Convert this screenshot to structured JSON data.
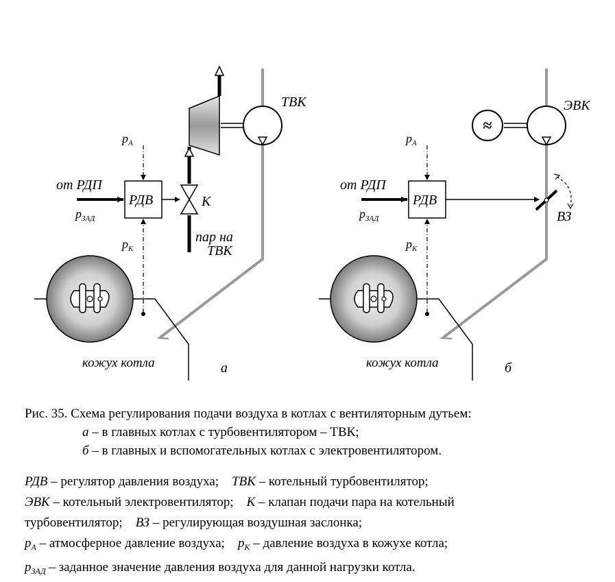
{
  "panel_a": {
    "label_tvk": "ТВК",
    "label_pa": "p",
    "label_pa_sub": "А",
    "label_from": "от  РДП",
    "label_pzad": "p",
    "label_pzad_sub": "ЗАД",
    "label_rdv": "РДВ",
    "label_k": "К",
    "label_steam1": "пар  на",
    "label_steam2": "ТВК",
    "label_pk": "p",
    "label_pk_sub": "К",
    "label_casing": "кожух  котла",
    "label_panel": "а"
  },
  "panel_b": {
    "label_evk": "ЭВК",
    "label_pa": "p",
    "label_pa_sub": "А",
    "label_from": "от  РДП",
    "label_pzad": "p",
    "label_pzad_sub": "ЗАД",
    "label_rdv": "РДВ",
    "label_vz": "ВЗ",
    "label_pk": "p",
    "label_pk_sub": "К",
    "label_casing": "кожух  котла",
    "label_panel": "б",
    "motor_symbol": "≈"
  },
  "caption": {
    "line1": "Рис. 35. Схема регулирования подачи воздуха в котлах с вентиляторным дутьем:",
    "line2_key": "а",
    "line2_text": " – в главных котлах с турбовентилятором – ТВК;",
    "line3_key": "б",
    "line3_text": " – в главных и вспомогательных котлах с электровентилятором."
  },
  "legend": {
    "rdv_key": "РДВ",
    "rdv_text": " – регулятор давления воздуха;",
    "tvk_key": "ТВК",
    "tvk_text": " – котельный турбовентилятор;",
    "evk_key": "ЭВК",
    "evk_text": " – котельный электровентилятор;",
    "k_key": "К",
    "k_text": " – клапан подачи пара на котельный",
    "k_text2": "турбовентилятор;",
    "vz_key": "ВЗ",
    "vz_text": " – регулирующая воздушная заслонка;",
    "pa_key": "p",
    "pa_sub": "А",
    "pa_text": " – атмосферное давление воздуха;",
    "pk_key": "p",
    "pk_sub": "К",
    "pk_text": " – давление воздуха в кожухе котла;",
    "pzad_key": "p",
    "pzad_sub": "ЗАД",
    "pzad_text": " – заданное значение давления воздуха для данной нагрузки котла."
  },
  "colors": {
    "line": "#000000",
    "duct": "#999999",
    "furnace_outer": "#7a7a7a",
    "furnace_inner": "#e6e6e6"
  }
}
